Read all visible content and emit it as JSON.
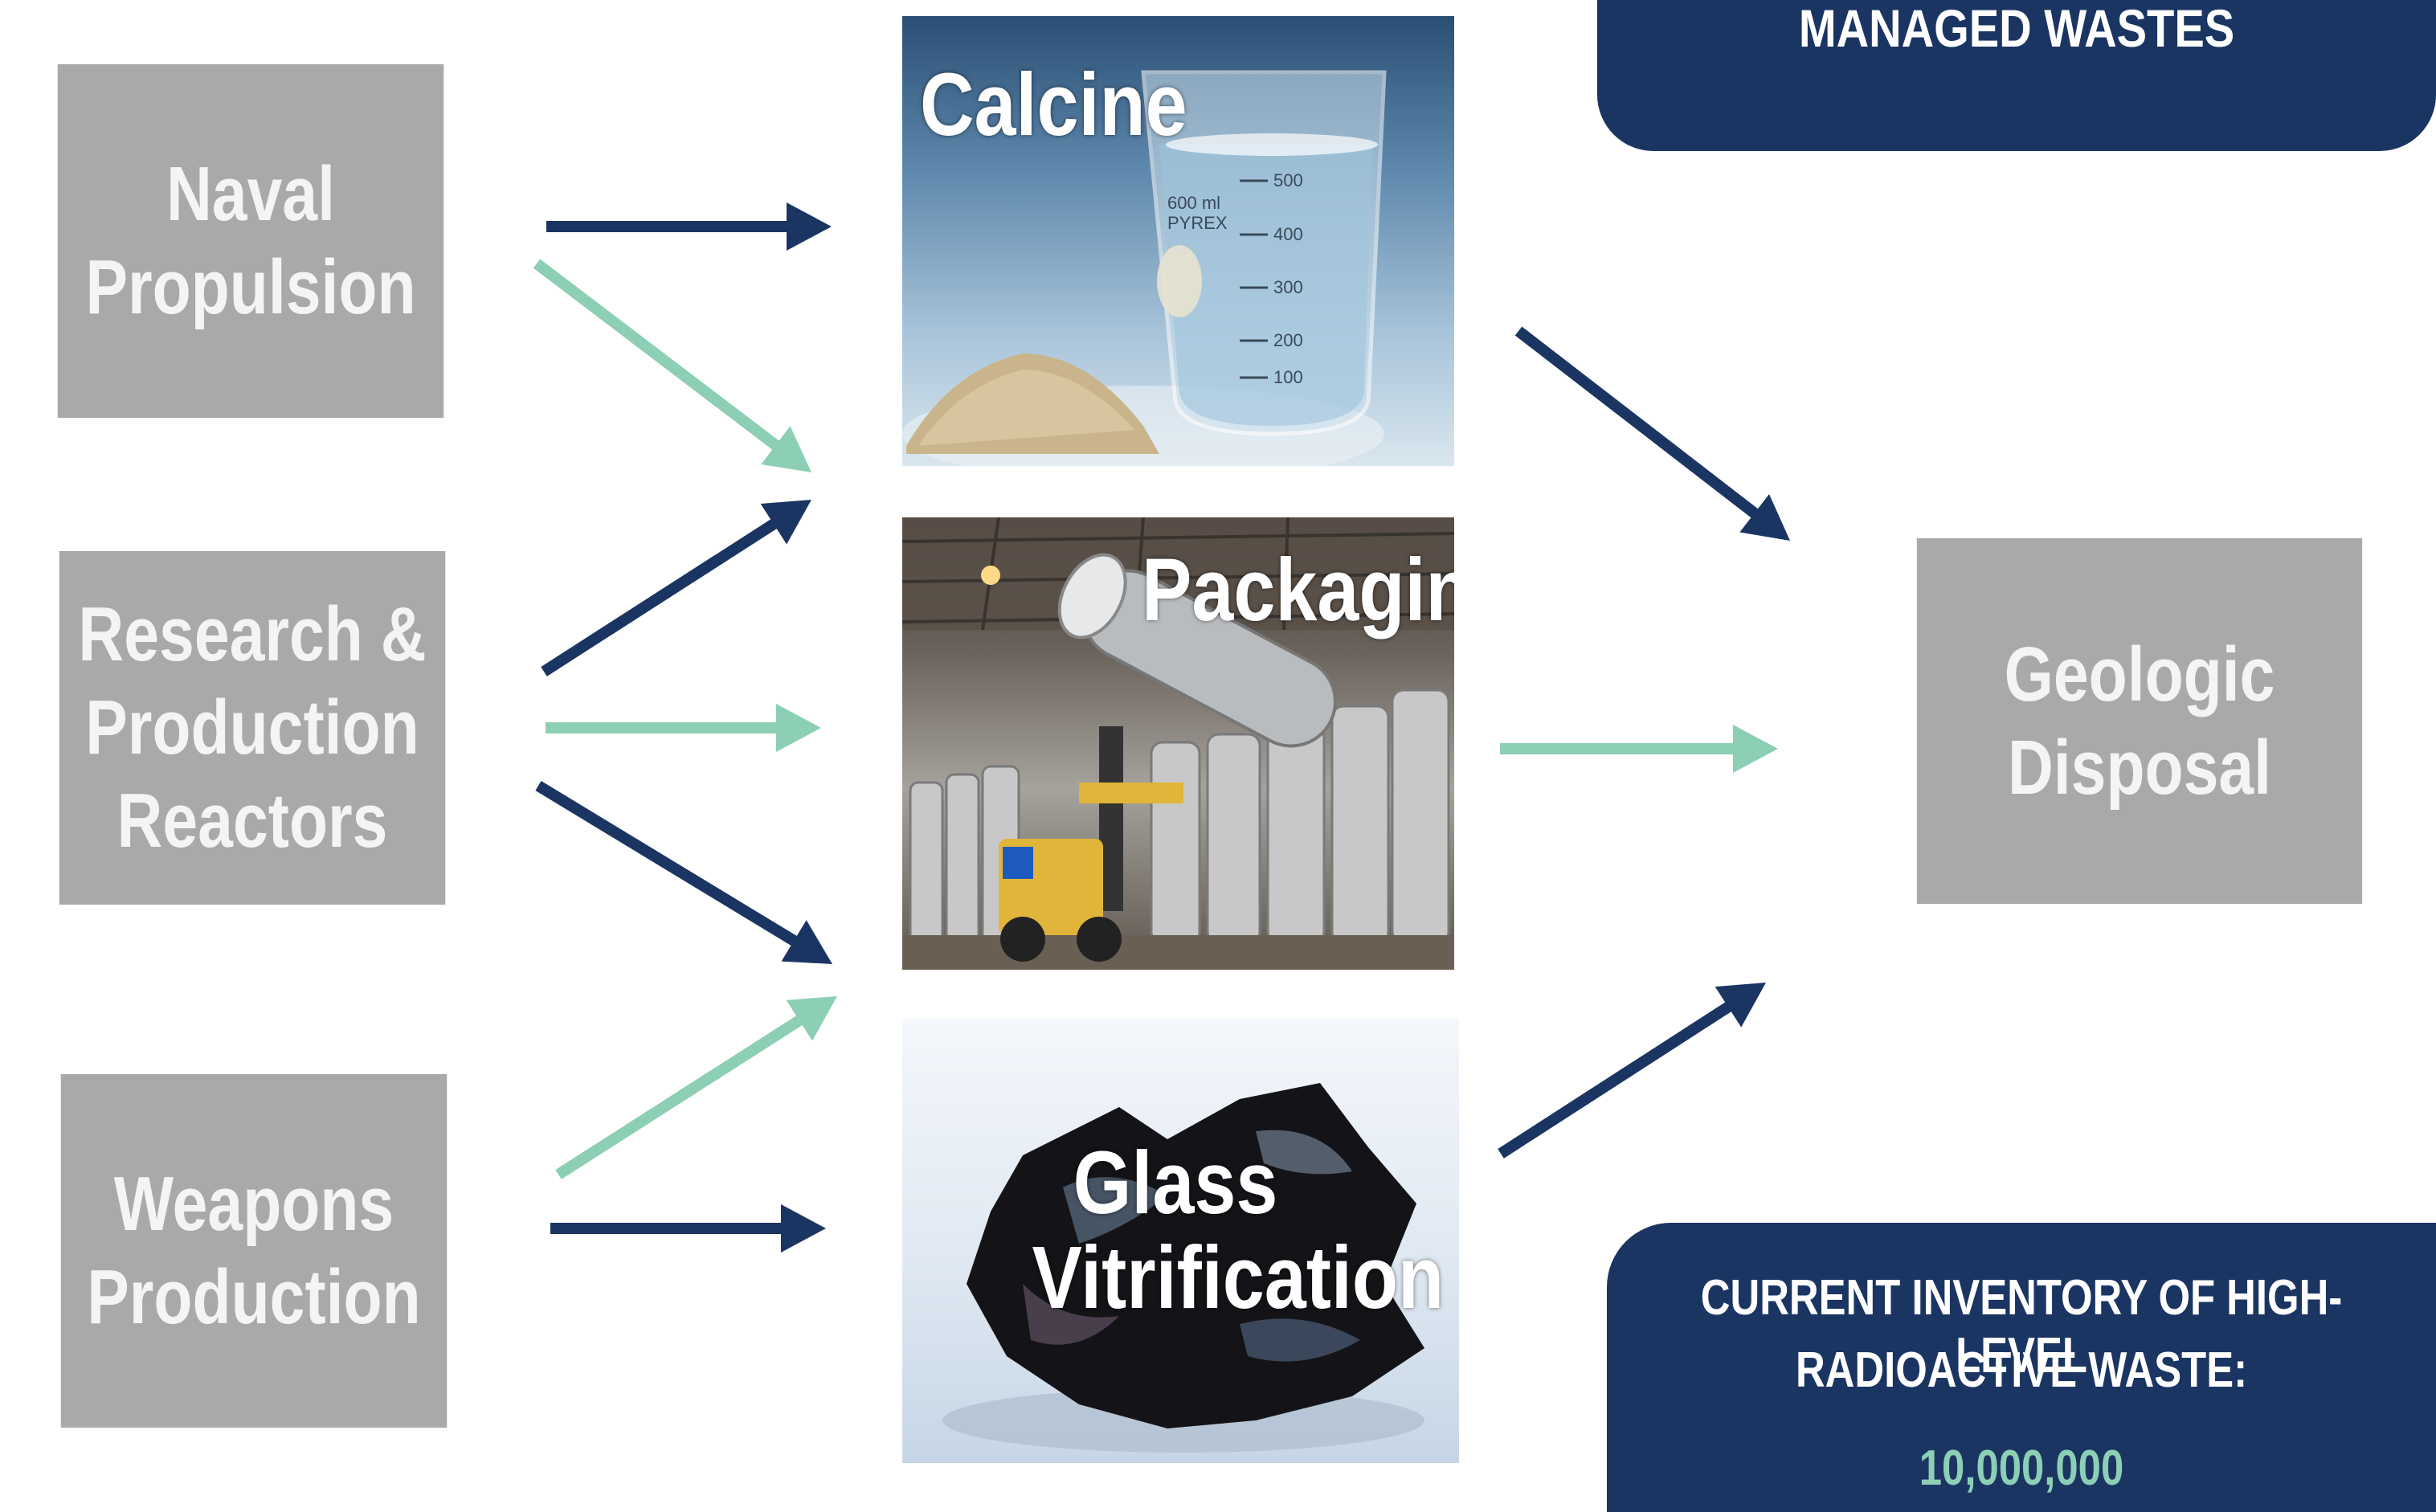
{
  "sources": [
    {
      "id": "naval",
      "label": "Naval\nPropulsion"
    },
    {
      "id": "research",
      "label": "Research &\nProduction\nReactors"
    },
    {
      "id": "weapons",
      "label": "Weapons\nProduction"
    }
  ],
  "processes": [
    {
      "id": "calcine",
      "label": "Calcine",
      "image": "beaker-with-calcine-granules"
    },
    {
      "id": "packaging",
      "label": "Packaging",
      "image": "forklift-moving-waste-canister"
    },
    {
      "id": "vitrification",
      "label": "Glass\nVitrification",
      "image": "black-glass-vitrified-waste"
    }
  ],
  "destination": {
    "label": "Geologic\nDisposal"
  },
  "top_banner": {
    "text": "MANAGED WASTES"
  },
  "bottom_banner": {
    "line1": "CURRENT INVENTORY OF HIGH-LEVEL",
    "line2": "RADIOACTIVE WASTE:",
    "value_partial": "10,000,000"
  },
  "colors": {
    "navy": "#1b3563",
    "mint": "#8dcfb4",
    "box_gray": "#a9a9a9"
  },
  "beaker_markings": [
    "600 ml",
    "PYREX",
    "500",
    "400",
    "300",
    "200",
    "100"
  ]
}
